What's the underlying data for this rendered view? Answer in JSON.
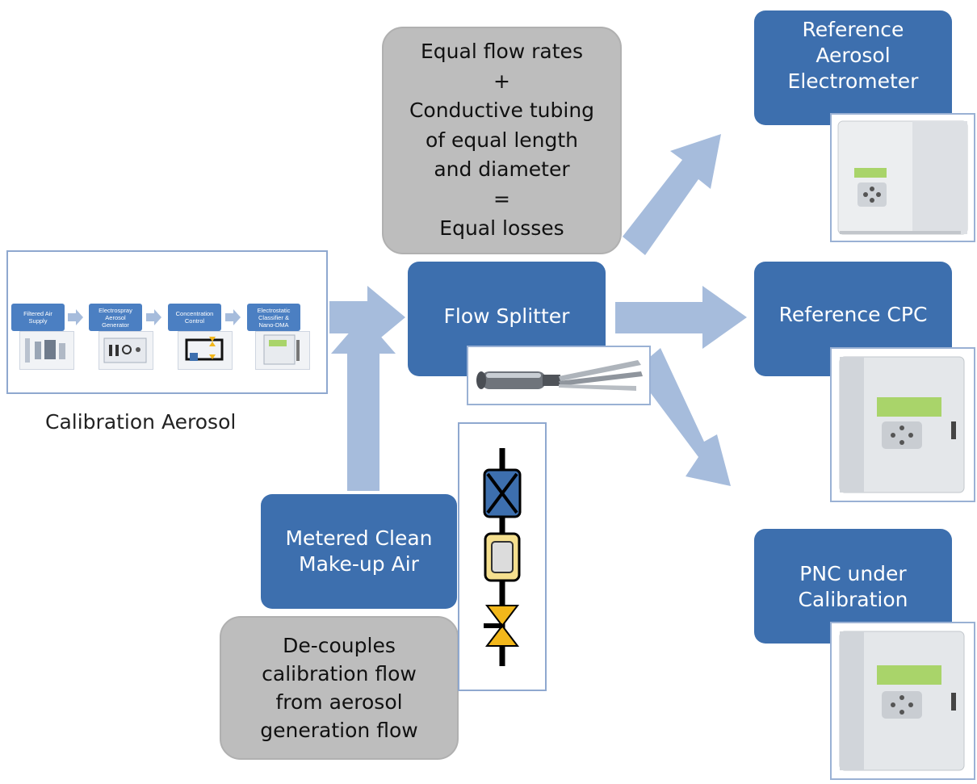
{
  "boxes": {
    "equal_flow": [
      "Equal flow rates",
      "+",
      "Conductive tubing",
      "of equal length",
      "and diameter",
      "=",
      "Equal losses"
    ],
    "flow_splitter": "Flow Splitter",
    "reference_aerosol_electrometer": [
      "Reference",
      "Aerosol",
      "Electrometer"
    ],
    "reference_cpc": "Reference CPC",
    "pnc_under_calibration": [
      "PNC under",
      "Calibration"
    ],
    "metered_clean_makeup_air": [
      "Metered Clean",
      "Make-up Air"
    ],
    "decouples": [
      "De-couples",
      "calibration flow",
      "from aerosol",
      "generation flow"
    ]
  },
  "calibration_aerosol": {
    "caption": "Calibration Aerosol",
    "steps": [
      [
        "Filtered Air",
        "Supply"
      ],
      [
        "Electrospray",
        "Aerosol",
        "Generator"
      ],
      [
        "Concentration",
        "Control"
      ],
      [
        "Electrostatic",
        "Classifier &",
        "Nano-DMA"
      ]
    ]
  },
  "colors": {
    "box_blue": "#3d6fae",
    "arrow_blue": "#a6bcdc",
    "gray_box": "#bdbdbd",
    "valve_yellow": "#f2b71b",
    "lcd_green": "#a9d46a"
  },
  "icons": {
    "shutoff_valve": "x-valve-icon",
    "filter": "filter-icon",
    "metering_valve": "needle-valve-icon"
  }
}
